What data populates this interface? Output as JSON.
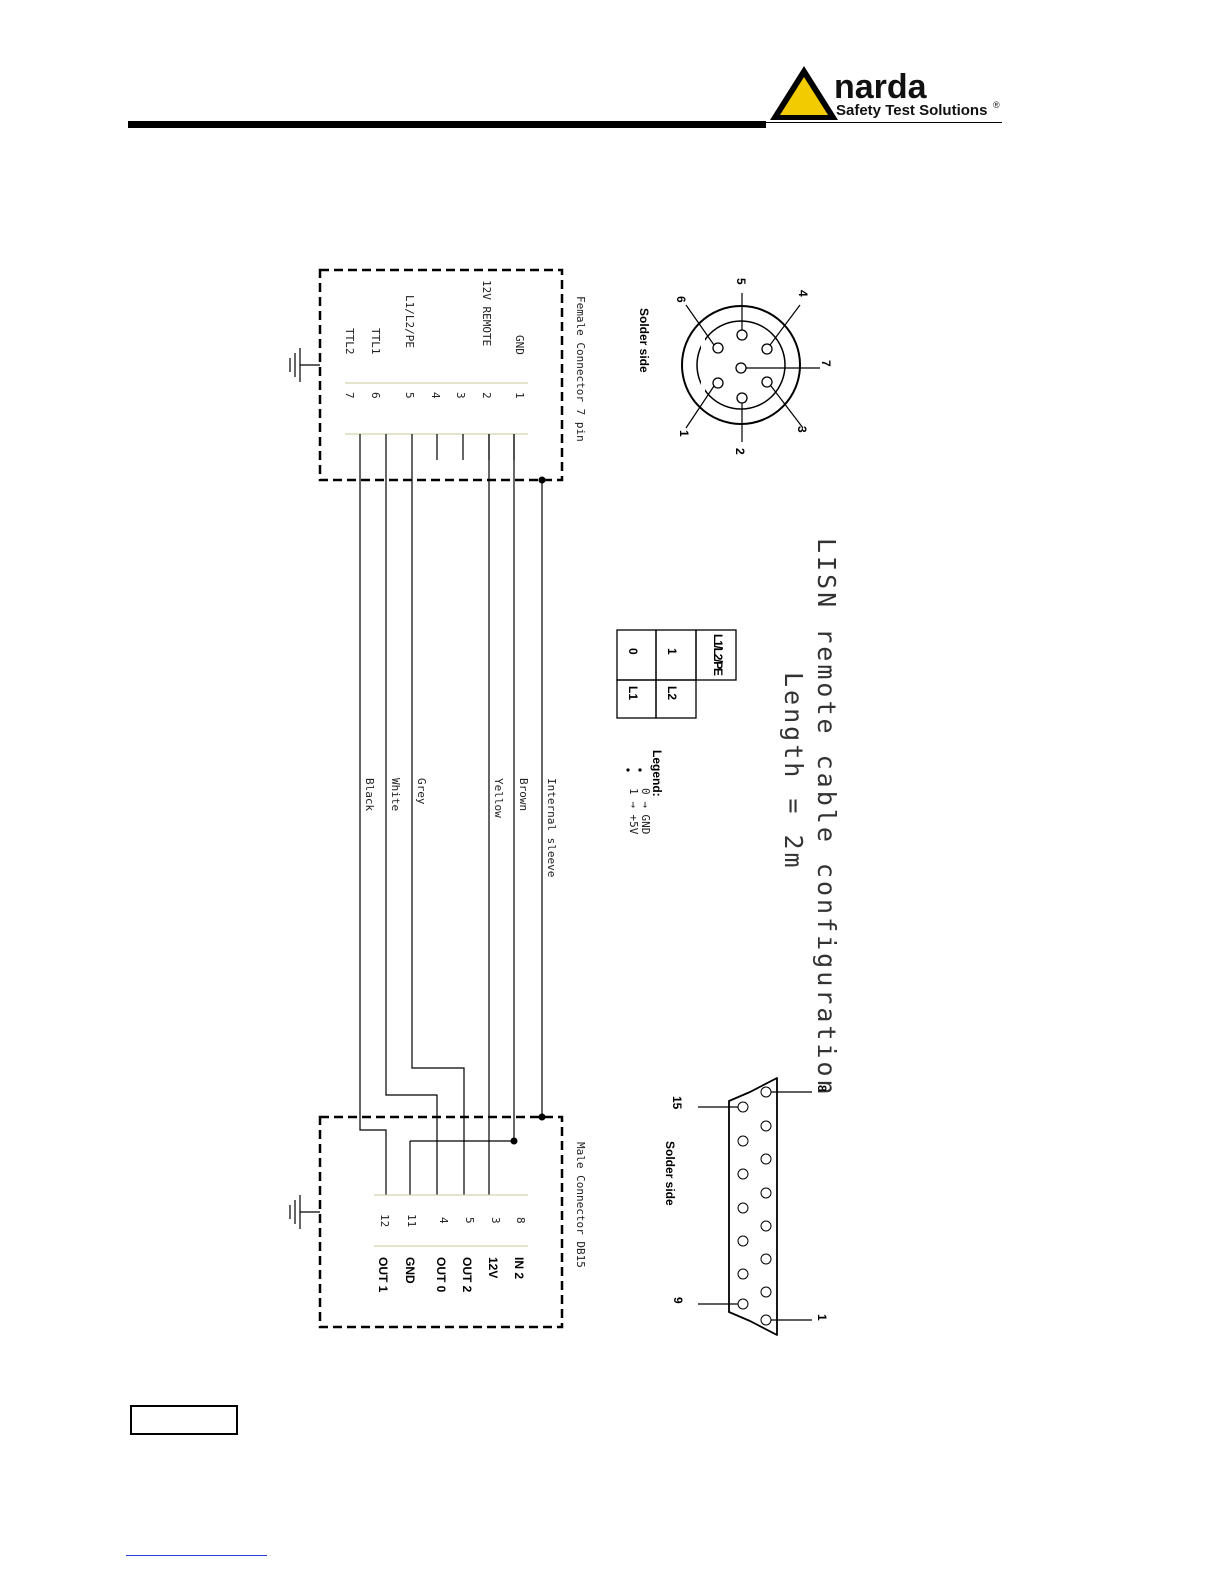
{
  "logo": {
    "brand": "narda",
    "tagline": "Safety Test Solutions",
    "registered": "®",
    "icon": "warning-triangle-icon"
  },
  "diagram": {
    "title": "LISN remote cable configuration",
    "length": "Length = 2m",
    "female_connector": {
      "label": "Female Connector 7 pin",
      "pins": [
        {
          "num": "1",
          "signal": "GND"
        },
        {
          "num": "2",
          "signal": "12V REMOTE"
        },
        {
          "num": "3",
          "signal": ""
        },
        {
          "num": "4",
          "signal": ""
        },
        {
          "num": "5",
          "signal": "L1/L2/PE"
        },
        {
          "num": "6",
          "signal": "TTL1"
        },
        {
          "num": "7",
          "signal": "TTL2"
        }
      ]
    },
    "male_connector": {
      "label": "Male Connector DB15",
      "pins": [
        {
          "num": "8",
          "signal": "IN 2"
        },
        {
          "num": "3",
          "signal": "12V"
        },
        {
          "num": "5",
          "signal": "OUT 2"
        },
        {
          "num": "4",
          "signal": "OUT 0"
        },
        {
          "num": "11",
          "signal": "GND"
        },
        {
          "num": "12",
          "signal": "OUT 1"
        }
      ]
    },
    "wires": [
      "Internal sleeve",
      "Brown",
      "Yellow",
      "Grey",
      "White",
      "Black"
    ],
    "circular_connector": {
      "label": "Solder side",
      "pins": [
        "1",
        "2",
        "3",
        "4",
        "5",
        "6",
        "7"
      ]
    },
    "db15_connector": {
      "label": "Solder side",
      "pins": [
        "8",
        "15",
        "1",
        "9"
      ]
    },
    "truth_table": {
      "header": "L1/L2/PE",
      "rows": [
        {
          "key": "1",
          "value": "L2"
        },
        {
          "key": "0",
          "value": "L1"
        }
      ]
    },
    "legend": {
      "title": "Legend:",
      "items": [
        "0 → GND",
        "1 → +5V"
      ]
    }
  }
}
